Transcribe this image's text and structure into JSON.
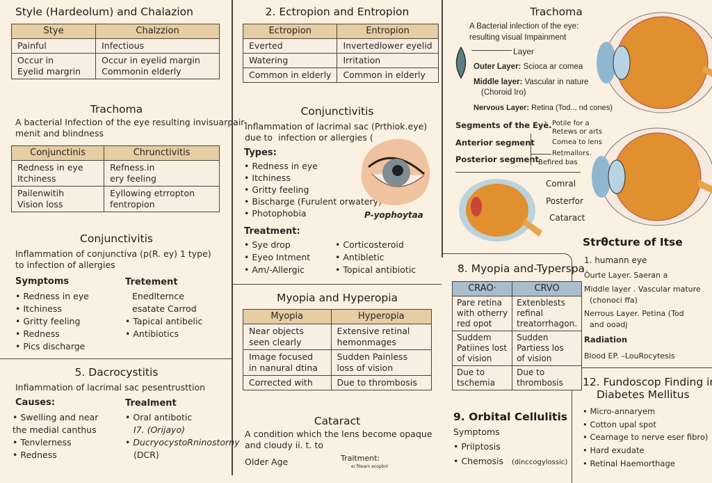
{
  "left": {
    "stye_title": "Style (Hardeolum) and Chalazion",
    "stye_table": {
      "headers": [
        "Stye",
        "Chalzzion"
      ],
      "rows": [
        [
          "Painful",
          "Infectious"
        ],
        [
          "Occur in\nEyelid margrin",
          "Occur in eyelid margin\nCommonin elderly"
        ]
      ]
    },
    "trachoma_title": "Trachoma",
    "trachoma_desc": "A bacterial Infection of the eye resulting invisuarpair-\nmenit and blindness",
    "conj_table": {
      "headers": [
        "Conjunctinis",
        "Chrunctivitis"
      ],
      "rows": [
        [
          "Redness in eye\nItchiness",
          "Refness.in\nery feeling"
        ],
        [
          "Pailenwitih\nVision loss",
          "Eyllowing etrropton\nfentropion"
        ]
      ]
    },
    "conj_title": "Conjunctivitis",
    "conj_desc": "Inflammation of conjunctiva (p(R. ey) 1 type)\nto infection of allergies",
    "symptoms_label": "Symptoms",
    "symptoms": [
      "Redness in eye",
      "Itchiness",
      "Gritty feeling",
      "Redness",
      "Pics discharge"
    ],
    "treatment_label": "Tretement",
    "treatment_plain": [
      "Enedlternce",
      "esatate Carrod"
    ],
    "treatment": [
      "Tapical antibelic",
      "Antibiotics"
    ],
    "dacro_title": "5. Dacrocystitis",
    "dacro_desc": "Infiammation of lacrimal sac pesentrusttion",
    "causes_label": "Causes:",
    "causes": [
      "Swelling and near\nthe medial canthus",
      "Tenvlerness",
      "Redness"
    ],
    "dacro_treatment_label": "Trealment",
    "dacro_treatment": [
      "Oral antibotic",
      "DucryocystoRninostorny"
    ],
    "dacro_treatment_sub": [
      "I7. (Orijayo)",
      "(DCR)"
    ]
  },
  "middle": {
    "ect_title": "2. Ectropion and Entropion",
    "ect_table": {
      "headers": [
        "Ectropion",
        "Entropion"
      ],
      "rows": [
        [
          "Everted",
          "Invertedlower eyelid"
        ],
        [
          "Watering",
          "Irritation"
        ],
        [
          "Common in elderly",
          "Common in elderly"
        ]
      ]
    },
    "conj_title": "Conjunctivitis",
    "conj_desc": "Inflammation of lacrimal sac (Prthiok.eye)\ndue to  infection or allergies (",
    "types_label": "Types:",
    "types": [
      "Redness in eye",
      "Itchiness",
      "Gritty feeling",
      "Bischarge (Furulent orwatery)",
      "Photophobia"
    ],
    "eye_caption": "P-yophoytaa",
    "treatment_label": "Treatment:",
    "treatment_left": [
      "Sye drop",
      "Eyeo Intment",
      "Am/-Allergic"
    ],
    "treatment_right": [
      "Corticosteroid",
      "Antibletic",
      "Topical antibiotic"
    ],
    "myopia_title": "Myopia and Hyperopia",
    "myopia_table": {
      "headers": [
        "Myopia",
        "Hyperopia"
      ],
      "rows": [
        [
          "Near objects\nseen clearly",
          "Extensive retinal\nhemonmages"
        ],
        [
          "Image focused\nin nanural dtina",
          "Sudden Painless\nloss of vision"
        ],
        [
          "Corrected with",
          "Due to thrombosis"
        ]
      ]
    },
    "cataract_title": "Cataract",
    "cataract_desc": "A condition which the lens become opaque\nand cloudy ii. t. to",
    "older_age": "Older Age",
    "cataract_treatment": "Traitment:",
    "cataract_treatment_sub": "e/ fitearn ecopbnl"
  },
  "right": {
    "trachoma_title": "Trachoma",
    "trachoma_desc": "A Bacterial inlection of the eye:\nresulting visual Impainment",
    "layer_label": "Layer",
    "layers": [
      {
        "k": "Outer Layer:",
        "v": "Scioca ar comea"
      },
      {
        "k": "Middle layer:",
        "v": "Vascular in nature"
      },
      {
        "k": "Nervous Layer:",
        "v": "Retina (Tod.., nd cones)"
      }
    ],
    "choroid": "(Choroid Iro)",
    "segments_title": "Segments of the Eyè.",
    "anterior": "Anterior segment",
    "posterior": "Posterior segment",
    "seg_labels": [
      "Potile for a",
      "Retews or arts",
      "Comea to lens",
      "Retmallors.",
      "Befired bas"
    ],
    "small_eye_labels": [
      "Comral",
      "Posterfor",
      "Cataract"
    ],
    "crao_title": "8. Myopia and-Typerspa",
    "crao_table": {
      "headers": [
        "CRAO·",
        "CRVO"
      ],
      "rows": [
        [
          "Pare retina\nwith otherry\nred opot",
          "Extenblests\nrefinal\ntreatorrhagon."
        ],
        [
          "Suddem\nPatiines lost\nof vision",
          "Sudden\nPartiess los\nof vision"
        ],
        [
          "Due to\ntschemia",
          "Due to\nthrombosis"
        ]
      ]
    },
    "orbital_title": "9. Orbital Cellulitis",
    "orbital_symptoms_label": "Symptoms",
    "orbital_symptoms": [
      "Prilptosis",
      "Chemosis"
    ],
    "orbital_note": "(dinccogylossic)",
    "structure_title": "Strθcture of Itse",
    "structure_items": [
      "1. humann eye",
      "Ôurte Layer. Saeran a",
      "Middle layer . Vascular mature",
      "(chonoci ffa)",
      "Nerrous Layer. Petina (Tod",
      "and ooədj",
      "Radiation",
      "Blood EP. –LouRocytesis"
    ],
    "fundo_title": [
      "12. Fundoscop Finding in",
      "Diabetes Mellitus"
    ],
    "fundo_items": [
      "Micro-annaryem",
      "Cotton  upal spot",
      "Cearnage to nerve eser fibro)",
      "Hard exudate",
      "Retinal Haemorthage"
    ]
  },
  "colors": {
    "background": "#fbf1e2",
    "table_header": "#e5cda4",
    "crao_header": "#a9bdcd",
    "eye_orange": "#e0902f"
  }
}
